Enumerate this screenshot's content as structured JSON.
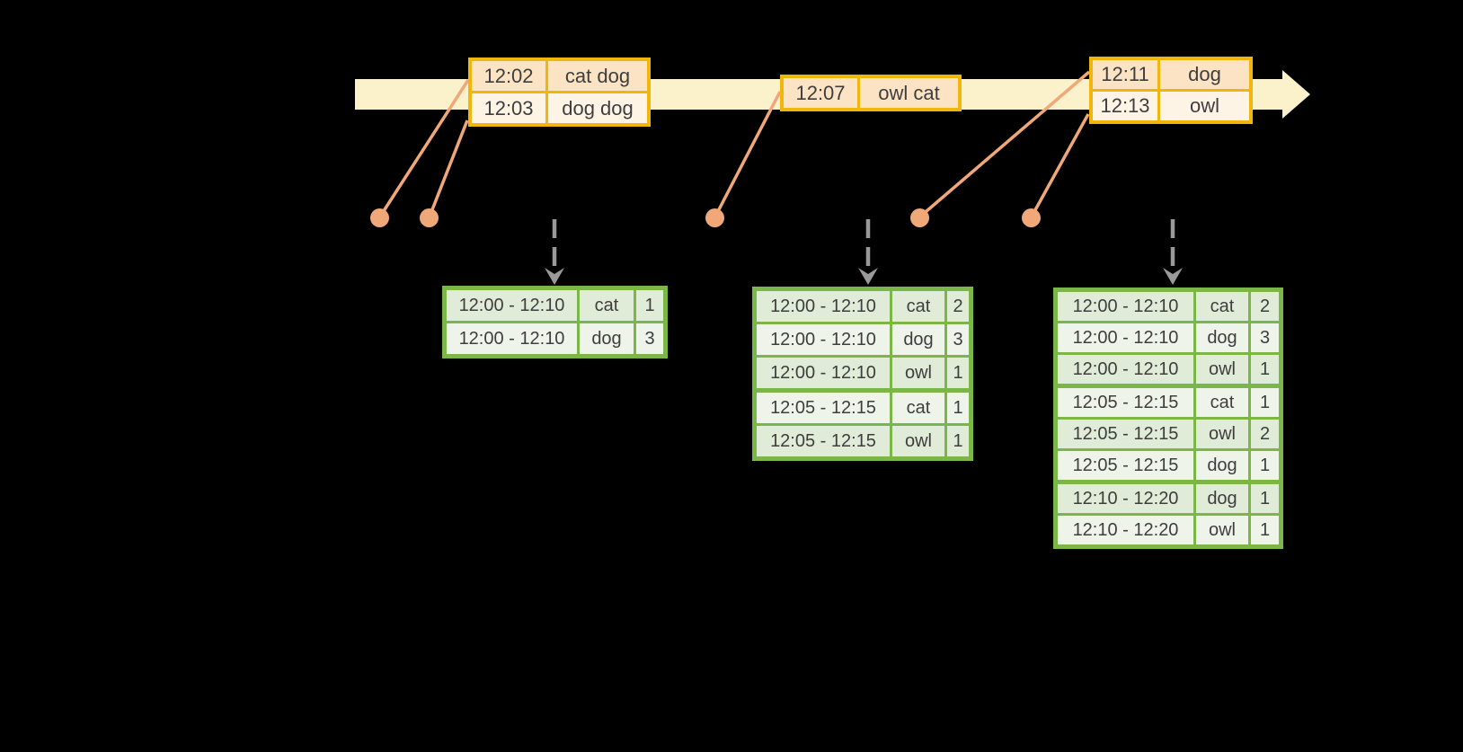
{
  "colors": {
    "background": "#000000",
    "timeline_fill": "#FBF2CB",
    "event_table_border": "#F0B60B",
    "event_row_dark": "#FBE3C4",
    "event_row_light": "#FEF4E6",
    "marker_orange": "#F0A878",
    "result_table_border": "#7AB648",
    "result_row_dark": "#E0EBD8",
    "result_row_light": "#EFF4EA",
    "trigger_arrow_gray": "#9A9A9A",
    "text": "#3E3E3E"
  },
  "icons": {
    "event_marker": "filled-circle",
    "trigger_arrow": "dashed-down-arrow-chevron",
    "timeline_arrow": "right-arrowhead"
  },
  "event_tables": [
    {
      "rows": [
        {
          "time": "12:02",
          "words": "cat dog"
        },
        {
          "time": "12:03",
          "words": "dog dog"
        }
      ]
    },
    {
      "rows": [
        {
          "time": "12:07",
          "words": "owl cat"
        }
      ]
    },
    {
      "rows": [
        {
          "time": "12:11",
          "words": "dog"
        },
        {
          "time": "12:13",
          "words": "owl"
        }
      ]
    }
  ],
  "result_tables": [
    {
      "rows": [
        {
          "window": "12:00 - 12:10",
          "word": "cat",
          "count": "1"
        },
        {
          "window": "12:00 - 12:10",
          "word": "dog",
          "count": "3"
        }
      ]
    },
    {
      "rows": [
        {
          "window": "12:00 - 12:10",
          "word": "cat",
          "count": "2"
        },
        {
          "window": "12:00 - 12:10",
          "word": "dog",
          "count": "3"
        },
        {
          "window": "12:00 - 12:10",
          "word": "owl",
          "count": "1"
        },
        {
          "window": "12:05 - 12:15",
          "word": "cat",
          "count": "1"
        },
        {
          "window": "12:05 - 12:15",
          "word": "owl",
          "count": "1"
        }
      ]
    },
    {
      "rows": [
        {
          "window": "12:00 - 12:10",
          "word": "cat",
          "count": "2"
        },
        {
          "window": "12:00 - 12:10",
          "word": "dog",
          "count": "3"
        },
        {
          "window": "12:00 - 12:10",
          "word": "owl",
          "count": "1"
        },
        {
          "window": "12:05 - 12:15",
          "word": "cat",
          "count": "1"
        },
        {
          "window": "12:05 - 12:15",
          "word": "owl",
          "count": "2"
        },
        {
          "window": "12:05 - 12:15",
          "word": "dog",
          "count": "1"
        },
        {
          "window": "12:10 - 12:20",
          "word": "dog",
          "count": "1"
        },
        {
          "window": "12:10 - 12:20",
          "word": "owl",
          "count": "1"
        }
      ]
    }
  ]
}
